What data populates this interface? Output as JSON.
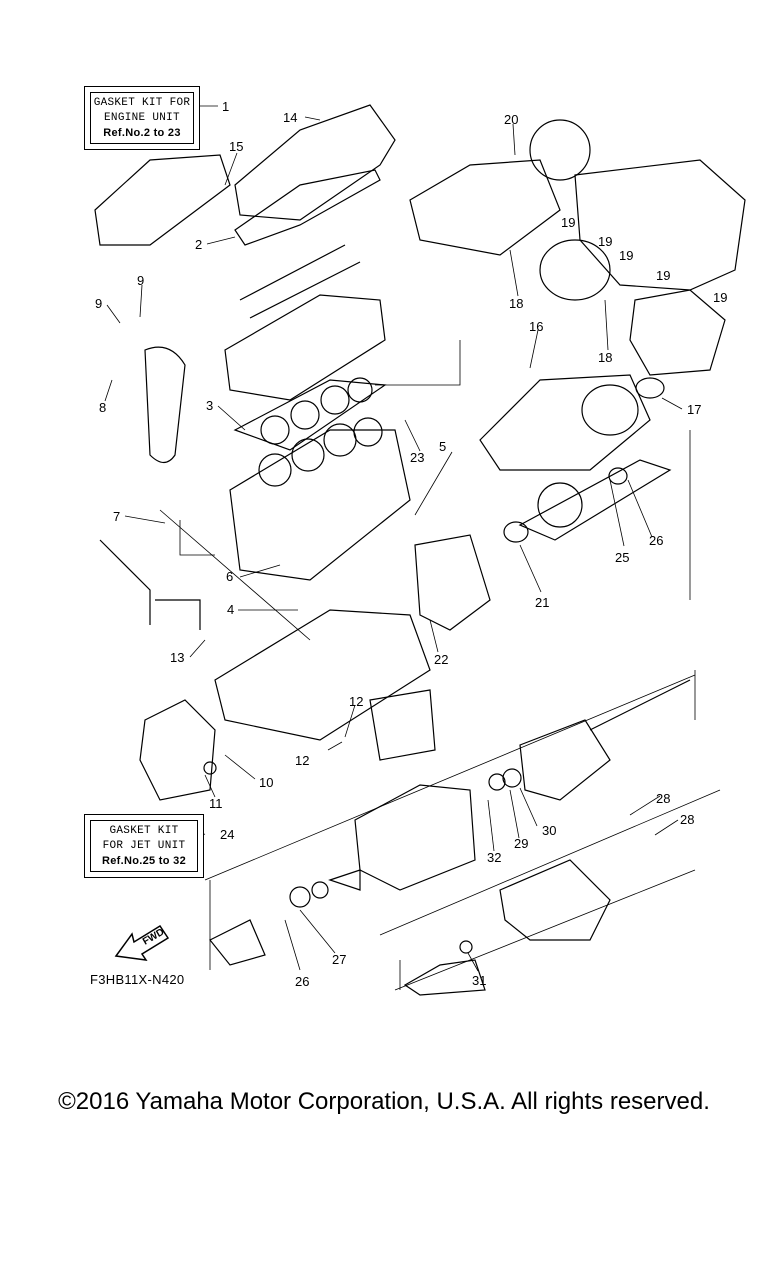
{
  "engine_kit": {
    "line1": "GASKET KIT FOR",
    "line2": "ENGINE UNIT",
    "line3": "Ref.No.2 to 23"
  },
  "jet_kit": {
    "line1": "GASKET KIT",
    "line2": "FOR JET UNIT",
    "line3": "Ref.No.25 to 32"
  },
  "fwd_label": "FWD",
  "part_number": "F3HB11X-N420",
  "copyright": "©2016 Yamaha Motor Corporation, U.S.A. All rights reserved.",
  "callouts": [
    "1",
    "2",
    "3",
    "4",
    "5",
    "6",
    "7",
    "8",
    "9",
    "9",
    "10",
    "11",
    "12",
    "12",
    "13",
    "14",
    "15",
    "16",
    "17",
    "18",
    "18",
    "19",
    "19",
    "19",
    "19",
    "19",
    "20",
    "21",
    "22",
    "23",
    "24",
    "25",
    "26",
    "26",
    "27",
    "28",
    "28",
    "29",
    "30",
    "31",
    "32"
  ]
}
